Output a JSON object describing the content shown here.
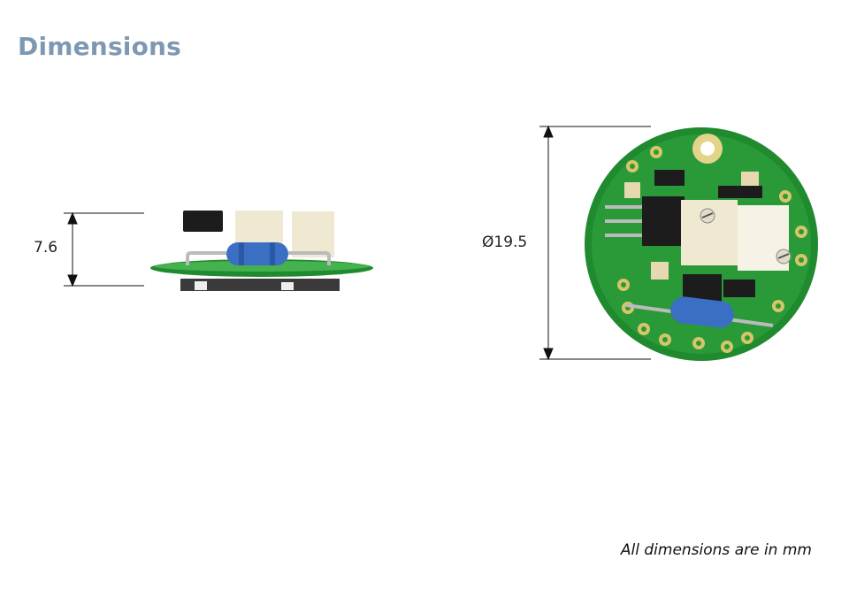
{
  "header": {
    "title": "Dimensions"
  },
  "side_view": {
    "height_label": "7.6"
  },
  "top_view": {
    "diameter_label": "Ø19.5"
  },
  "footer": {
    "note": "All dimensions are in mm"
  },
  "colors": {
    "title": "#7e98b4",
    "pcb_green": "#1f8a2e",
    "resistor_blue": "#3a6fc4",
    "chip_black": "#1c1c1c",
    "connector_cream": "#efe9d2",
    "pad_gold": "#d8c56a"
  }
}
